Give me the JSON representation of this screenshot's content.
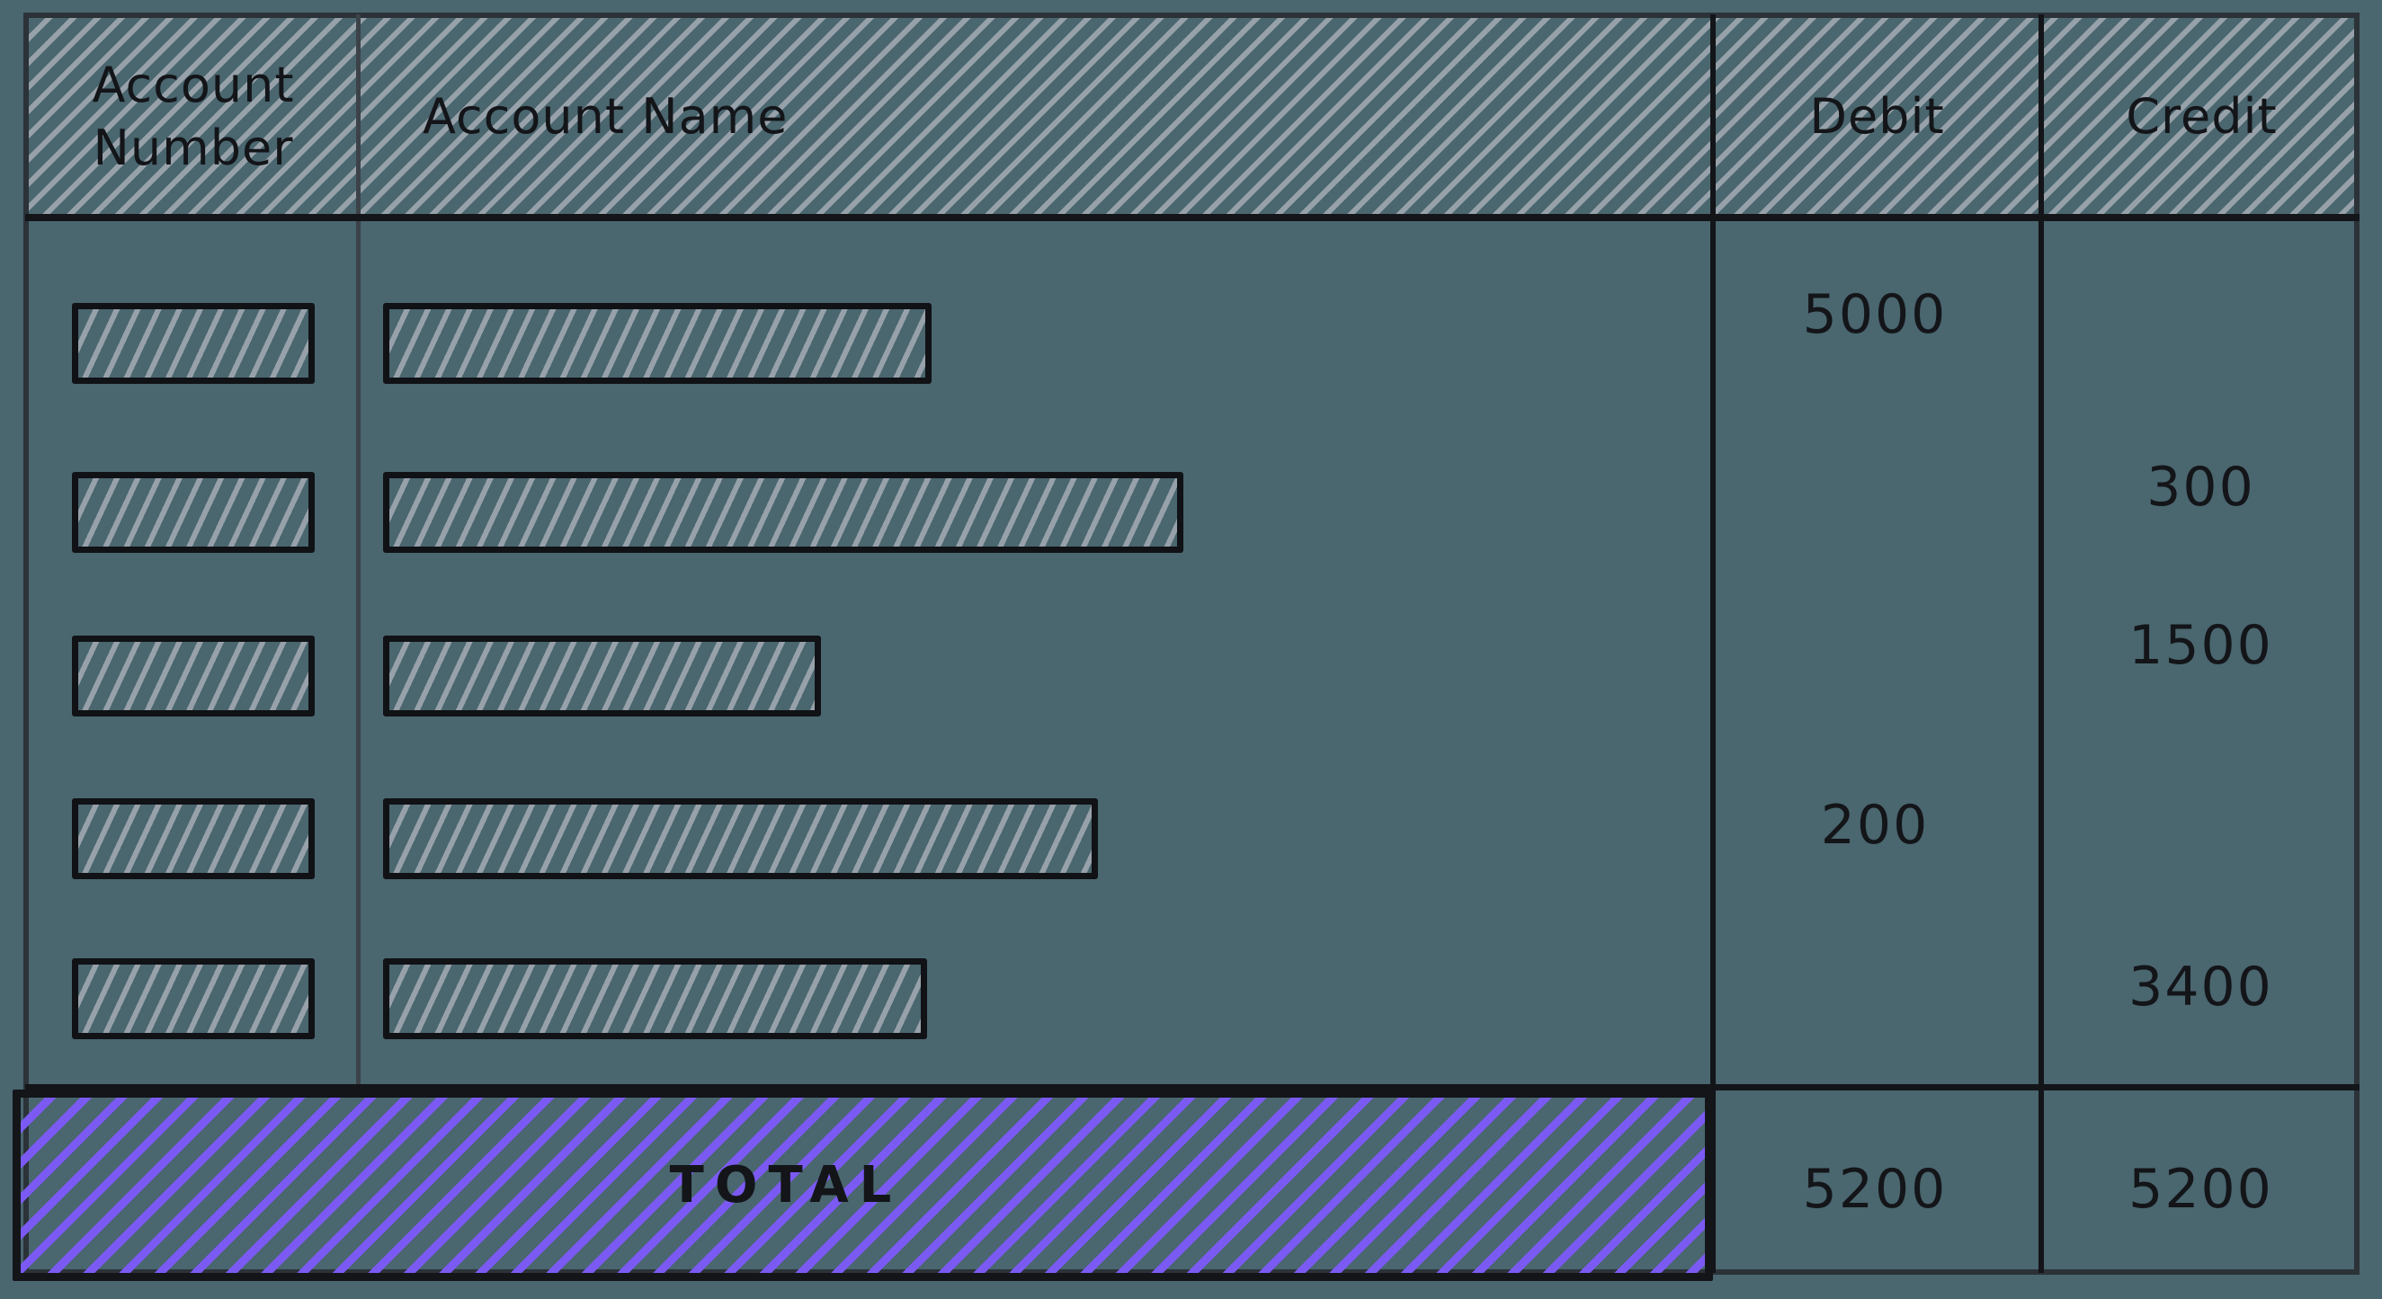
{
  "table": {
    "header": {
      "account_number": "Account Number",
      "account_name": "Account Name",
      "debit": "Debit",
      "credit": "Credit"
    },
    "rows": [
      {
        "debit": "5000",
        "credit": ""
      },
      {
        "debit": "",
        "credit": "300"
      },
      {
        "debit": "",
        "credit": "1500"
      },
      {
        "debit": "200",
        "credit": ""
      },
      {
        "debit": "",
        "credit": "3400"
      }
    ],
    "footer": {
      "label": "TOTAL",
      "debit": "5200",
      "credit": "5200"
    }
  },
  "colors": {
    "background": "#4a666f",
    "hatch_gray": "#97a1a9",
    "hatch_purple": "#7b5af3",
    "ink": "#131519"
  }
}
